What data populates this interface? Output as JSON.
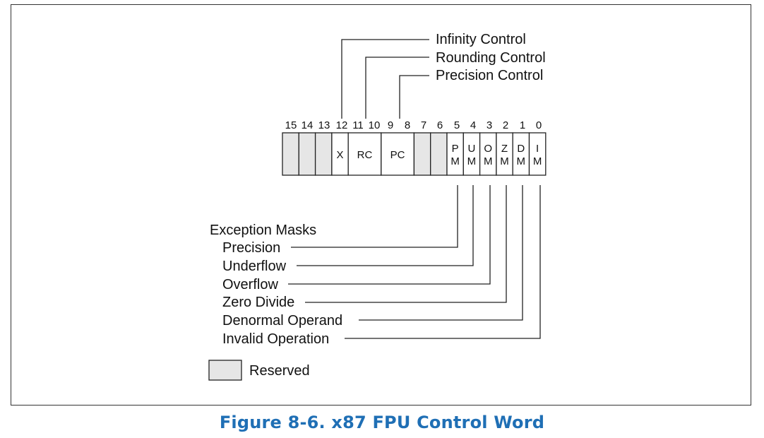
{
  "caption": "Figure 8-6.  x87 FPU Control Word",
  "controls": [
    {
      "label": "Infinity Control"
    },
    {
      "label": "Rounding Control"
    },
    {
      "label": "Precision Control"
    }
  ],
  "bit_numbers": [
    "15",
    "14",
    "13",
    "12",
    "11",
    "10",
    "9",
    "8",
    "7",
    "6",
    "5",
    "4",
    "3",
    "2",
    "1",
    "0"
  ],
  "fields": [
    {
      "label": [
        "X"
      ],
      "reserved": false
    },
    {
      "label": [
        "RC"
      ],
      "reserved": false
    },
    {
      "label": [
        "PC"
      ],
      "reserved": false
    },
    {
      "label": [
        "P",
        "M"
      ],
      "reserved": false
    },
    {
      "label": [
        "U",
        "M"
      ],
      "reserved": false
    },
    {
      "label": [
        "O",
        "M"
      ],
      "reserved": false
    },
    {
      "label": [
        "Z",
        "M"
      ],
      "reserved": false
    },
    {
      "label": [
        "D",
        "M"
      ],
      "reserved": false
    },
    {
      "label": [
        "I",
        "M"
      ],
      "reserved": false
    }
  ],
  "exception_masks": {
    "heading": "Exception Masks",
    "items": [
      "Precision",
      "Underflow",
      "Overflow",
      "Zero Divide",
      "Denormal Operand",
      "Invalid Operation"
    ]
  },
  "legend": {
    "label": "Reserved",
    "color": "#e6e6e6"
  }
}
